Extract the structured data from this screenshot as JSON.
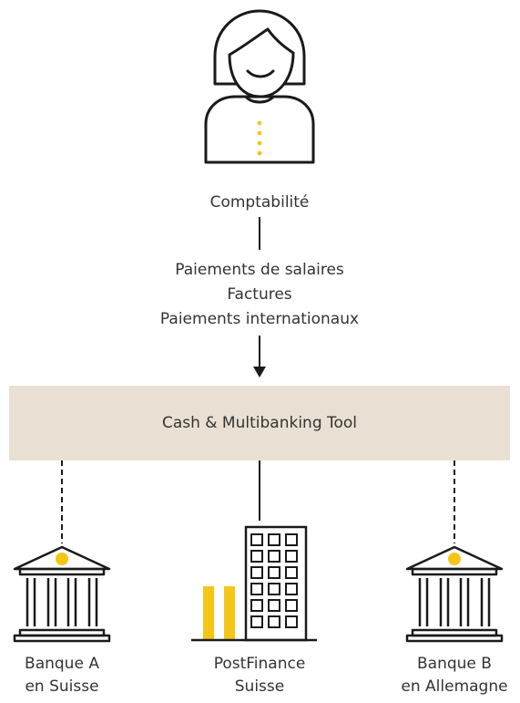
{
  "accounting": {
    "label": "Comptabilité",
    "icon": "accountant-woman-icon"
  },
  "flows": [
    "Paiements de salaires",
    "Factures",
    "Paiements internationaux"
  ],
  "tool": {
    "label": "Cash & Multibanking Tool"
  },
  "banks": [
    {
      "line1": "Banque A",
      "line2": "en Suisse",
      "icon": "bank-icon",
      "connection": "dashed"
    },
    {
      "line1": "PostFinance",
      "line2": "Suisse",
      "icon": "office-building-icon",
      "connection": "solid"
    },
    {
      "line1": "Banque B",
      "line2": "en Allemagne",
      "icon": "bank-icon",
      "connection": "dashed"
    }
  ],
  "colors": {
    "accent": "#F5C518",
    "band": "#E9E0D3",
    "stroke": "#1a1a1a",
    "text": "#333333"
  }
}
